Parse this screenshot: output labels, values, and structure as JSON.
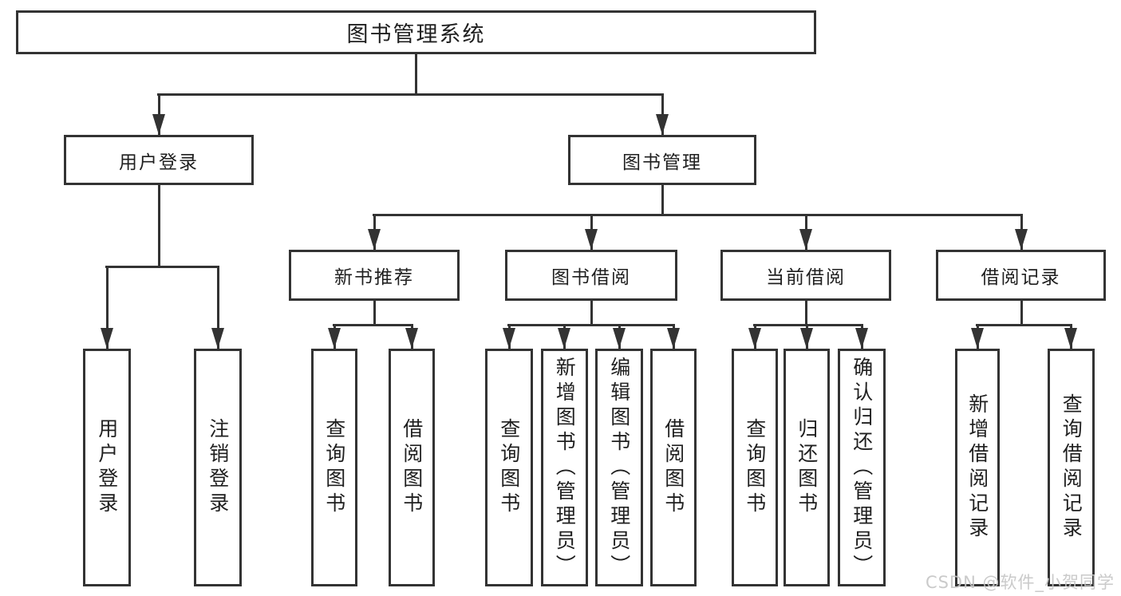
{
  "nodes": {
    "root": "图书管理系统",
    "user_login": "用户登录",
    "book_mgmt": "图书管理",
    "new_book_rec": "新书推荐",
    "book_borrow": "图书借阅",
    "current_borrow": "当前借阅",
    "borrow_record": "借阅记录",
    "user_login_leaf": "用户登录",
    "logout_leaf": "注销登录",
    "rec_query_book": "查询图书",
    "rec_borrow_book": "借阅图书",
    "bb_query_book": "查询图书",
    "bb_add_book": "新增图书（管理员）",
    "bb_edit_book": "编辑图书（管理员）",
    "bb_borrow_book": "借阅图书",
    "cb_query_book": "查询图书",
    "cb_return_book": "归还图书",
    "cb_confirm_return": "确认归还（管理员）",
    "br_add_record": "新增借阅记录",
    "br_query_record": "查询借阅记录"
  },
  "watermark": "CSDN @软件_小贺同学",
  "colors": {
    "line": "#333333",
    "text": "#1f1f1f",
    "background": "#ffffff",
    "watermark": "#c6c6c6"
  }
}
